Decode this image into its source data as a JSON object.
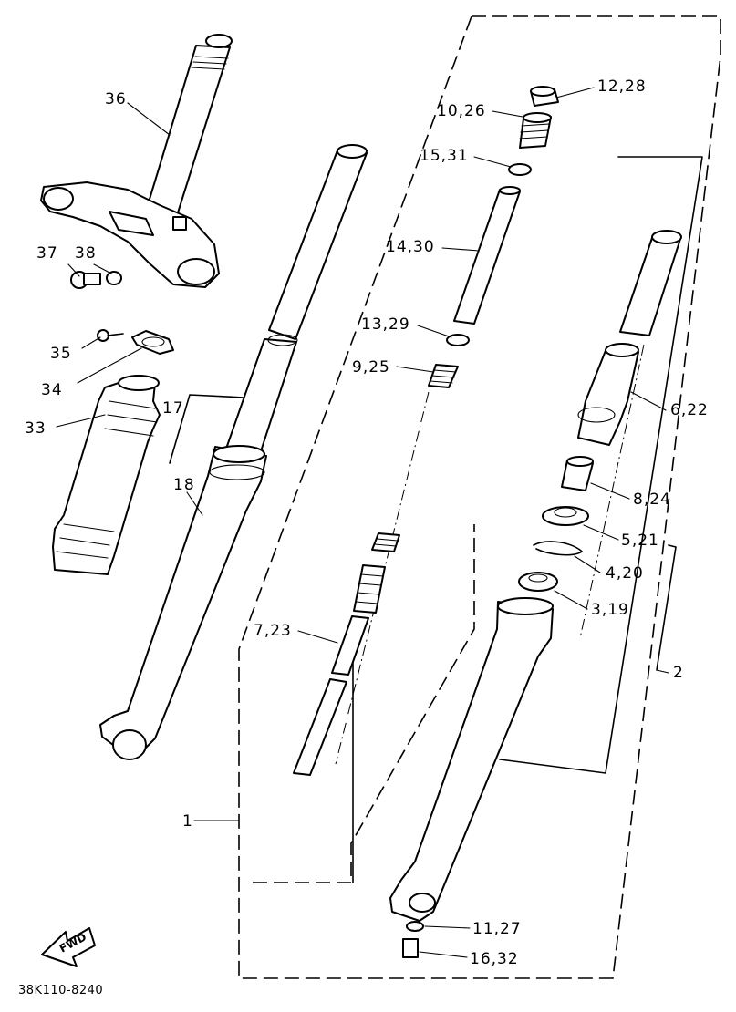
{
  "diagram": {
    "labels": {
      "p1": "1",
      "p2": "2",
      "p3_19": "3,19",
      "p4_20": "4,20",
      "p5_21": "5,21",
      "p6_22": "6,22",
      "p7_23": "7,23",
      "p8_24": "8,24",
      "p9_25": "9,25",
      "p10_26": "10,26",
      "p11_27": "11,27",
      "p12_28": "12,28",
      "p13_29": "13,29",
      "p14_30": "14,30",
      "p15_31": "15,31",
      "p16_32": "16,32",
      "p17": "17",
      "p18": "18",
      "p33": "33",
      "p34": "34",
      "p35": "35",
      "p36": "36",
      "p37": "37",
      "p38": "38"
    },
    "fwd_label": "FWD",
    "drawing_code": "38K110-8240"
  }
}
